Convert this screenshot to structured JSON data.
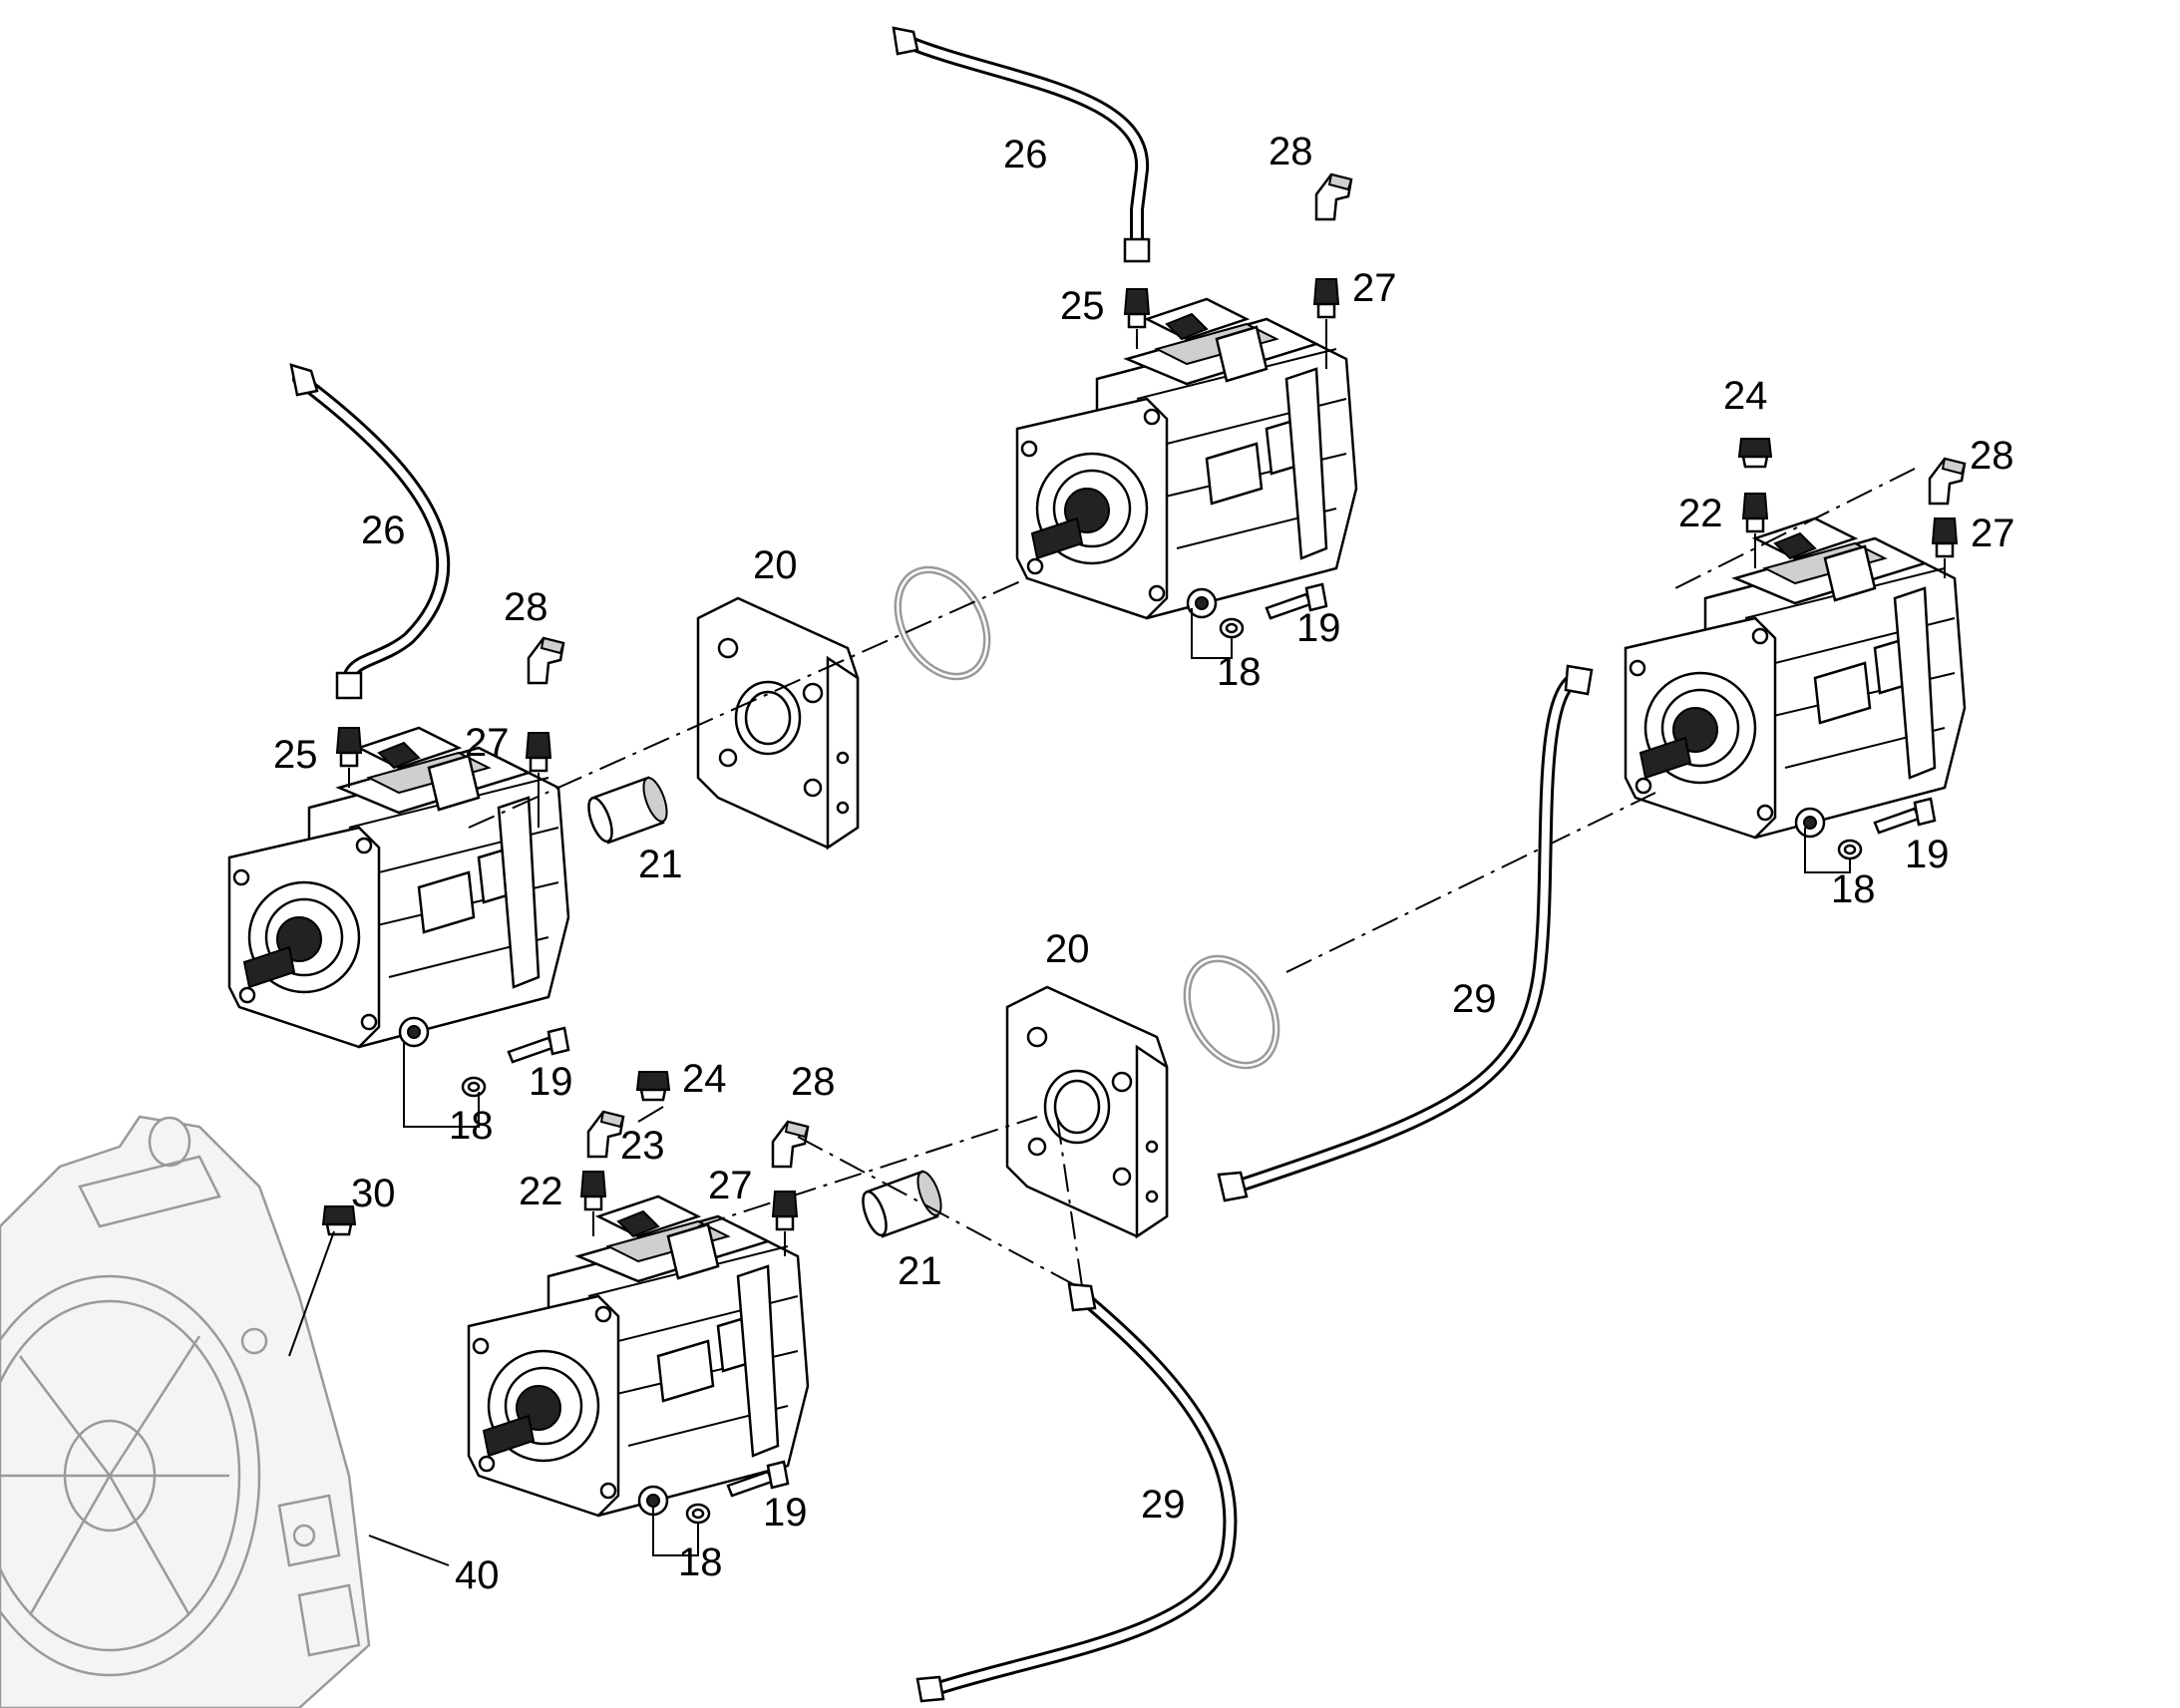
{
  "callouts": {
    "c26a": "26",
    "c28a": "28",
    "c25a": "25",
    "c27a": "27",
    "c20a": "20",
    "c21a": "21",
    "c19a": "19",
    "c18a": "18",
    "c26b": "26",
    "c28b": "28",
    "c25b": "25",
    "c27b": "27",
    "c19b": "19",
    "c18b": "18",
    "c24b": "24",
    "c22b": "22",
    "c28c": "28",
    "c27c": "27",
    "c19c": "19",
    "c18c": "18",
    "c20b": "20",
    "c29a": "29",
    "c24a": "24",
    "c23a": "23",
    "c22a": "22",
    "c28d": "28",
    "c27d": "27",
    "c21b": "21",
    "c19d": "19",
    "c18d": "18",
    "c29b": "29",
    "c30a": "30",
    "c40a": "40"
  }
}
